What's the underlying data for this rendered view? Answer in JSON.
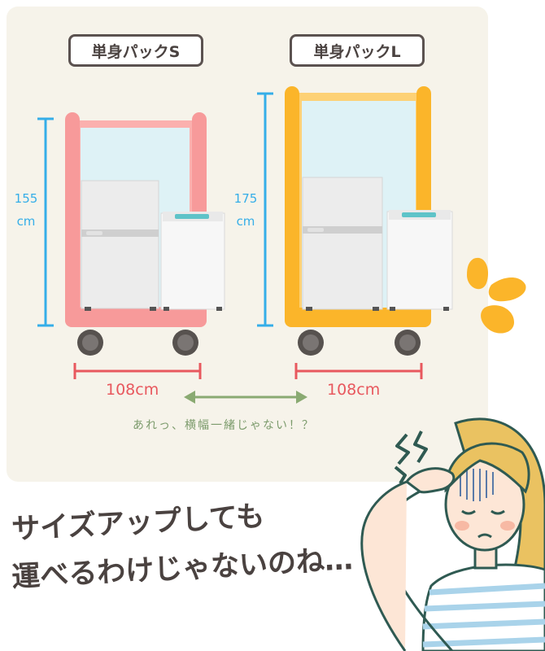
{
  "pack_s": {
    "title": "単身パックS",
    "height_value": "155",
    "height_unit": "cm",
    "width": "108cm",
    "color": "#f79a9a"
  },
  "pack_l": {
    "title": "単身パックL",
    "height_value": "175",
    "height_unit": "cm",
    "width": "108cm",
    "color": "#fbb52a"
  },
  "note": "あれっ、横幅一緒じゃない！？",
  "speech": {
    "line1": "サイズアップしても",
    "line2": "運べるわけじゃないのね…"
  },
  "colors": {
    "height_arrow": "#35aee8",
    "width_arrow": "#e8585e",
    "compare_arrow": "#8aaa72"
  }
}
